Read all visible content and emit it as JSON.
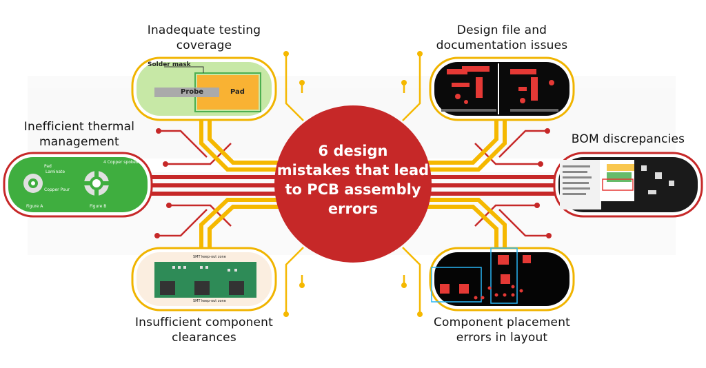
{
  "colors": {
    "accent_red": "#c62828",
    "accent_yellow": "#f5b800",
    "panel_border": "#f0b400",
    "panel_border_red": "#c62828"
  },
  "center": {
    "line1": "6 design",
    "line2": "mistakes that lead",
    "line3": "to PCB assembly",
    "line4": "errors"
  },
  "items": {
    "testing": {
      "line1": "Inadequate testing",
      "line2": "coverage"
    },
    "design_file": {
      "line1": "Design file and",
      "line2": "documentation issues"
    },
    "thermal": {
      "line1": "Inefficient thermal",
      "line2": "management"
    },
    "bom": {
      "line1": "BOM discrepancies"
    },
    "clearances": {
      "line1": "Insufficient component",
      "line2": "clearances"
    },
    "placement": {
      "line1": "Component placement",
      "line2": "errors in layout"
    }
  },
  "panel_text": {
    "solder_mask": "Solder mask",
    "probe": "Probe",
    "pad": "Pad",
    "thermal_pad": "Pad",
    "laminate": "Laminate",
    "copper_pour": "Copper Pour",
    "copper_spokes": "4 Copper spokes",
    "figure_a": "Figure A",
    "figure_b": "Figure B",
    "smt_keepout_top": "SMT keep-out zone",
    "smt_keepout_bottom": "SMT keep-out zone"
  }
}
